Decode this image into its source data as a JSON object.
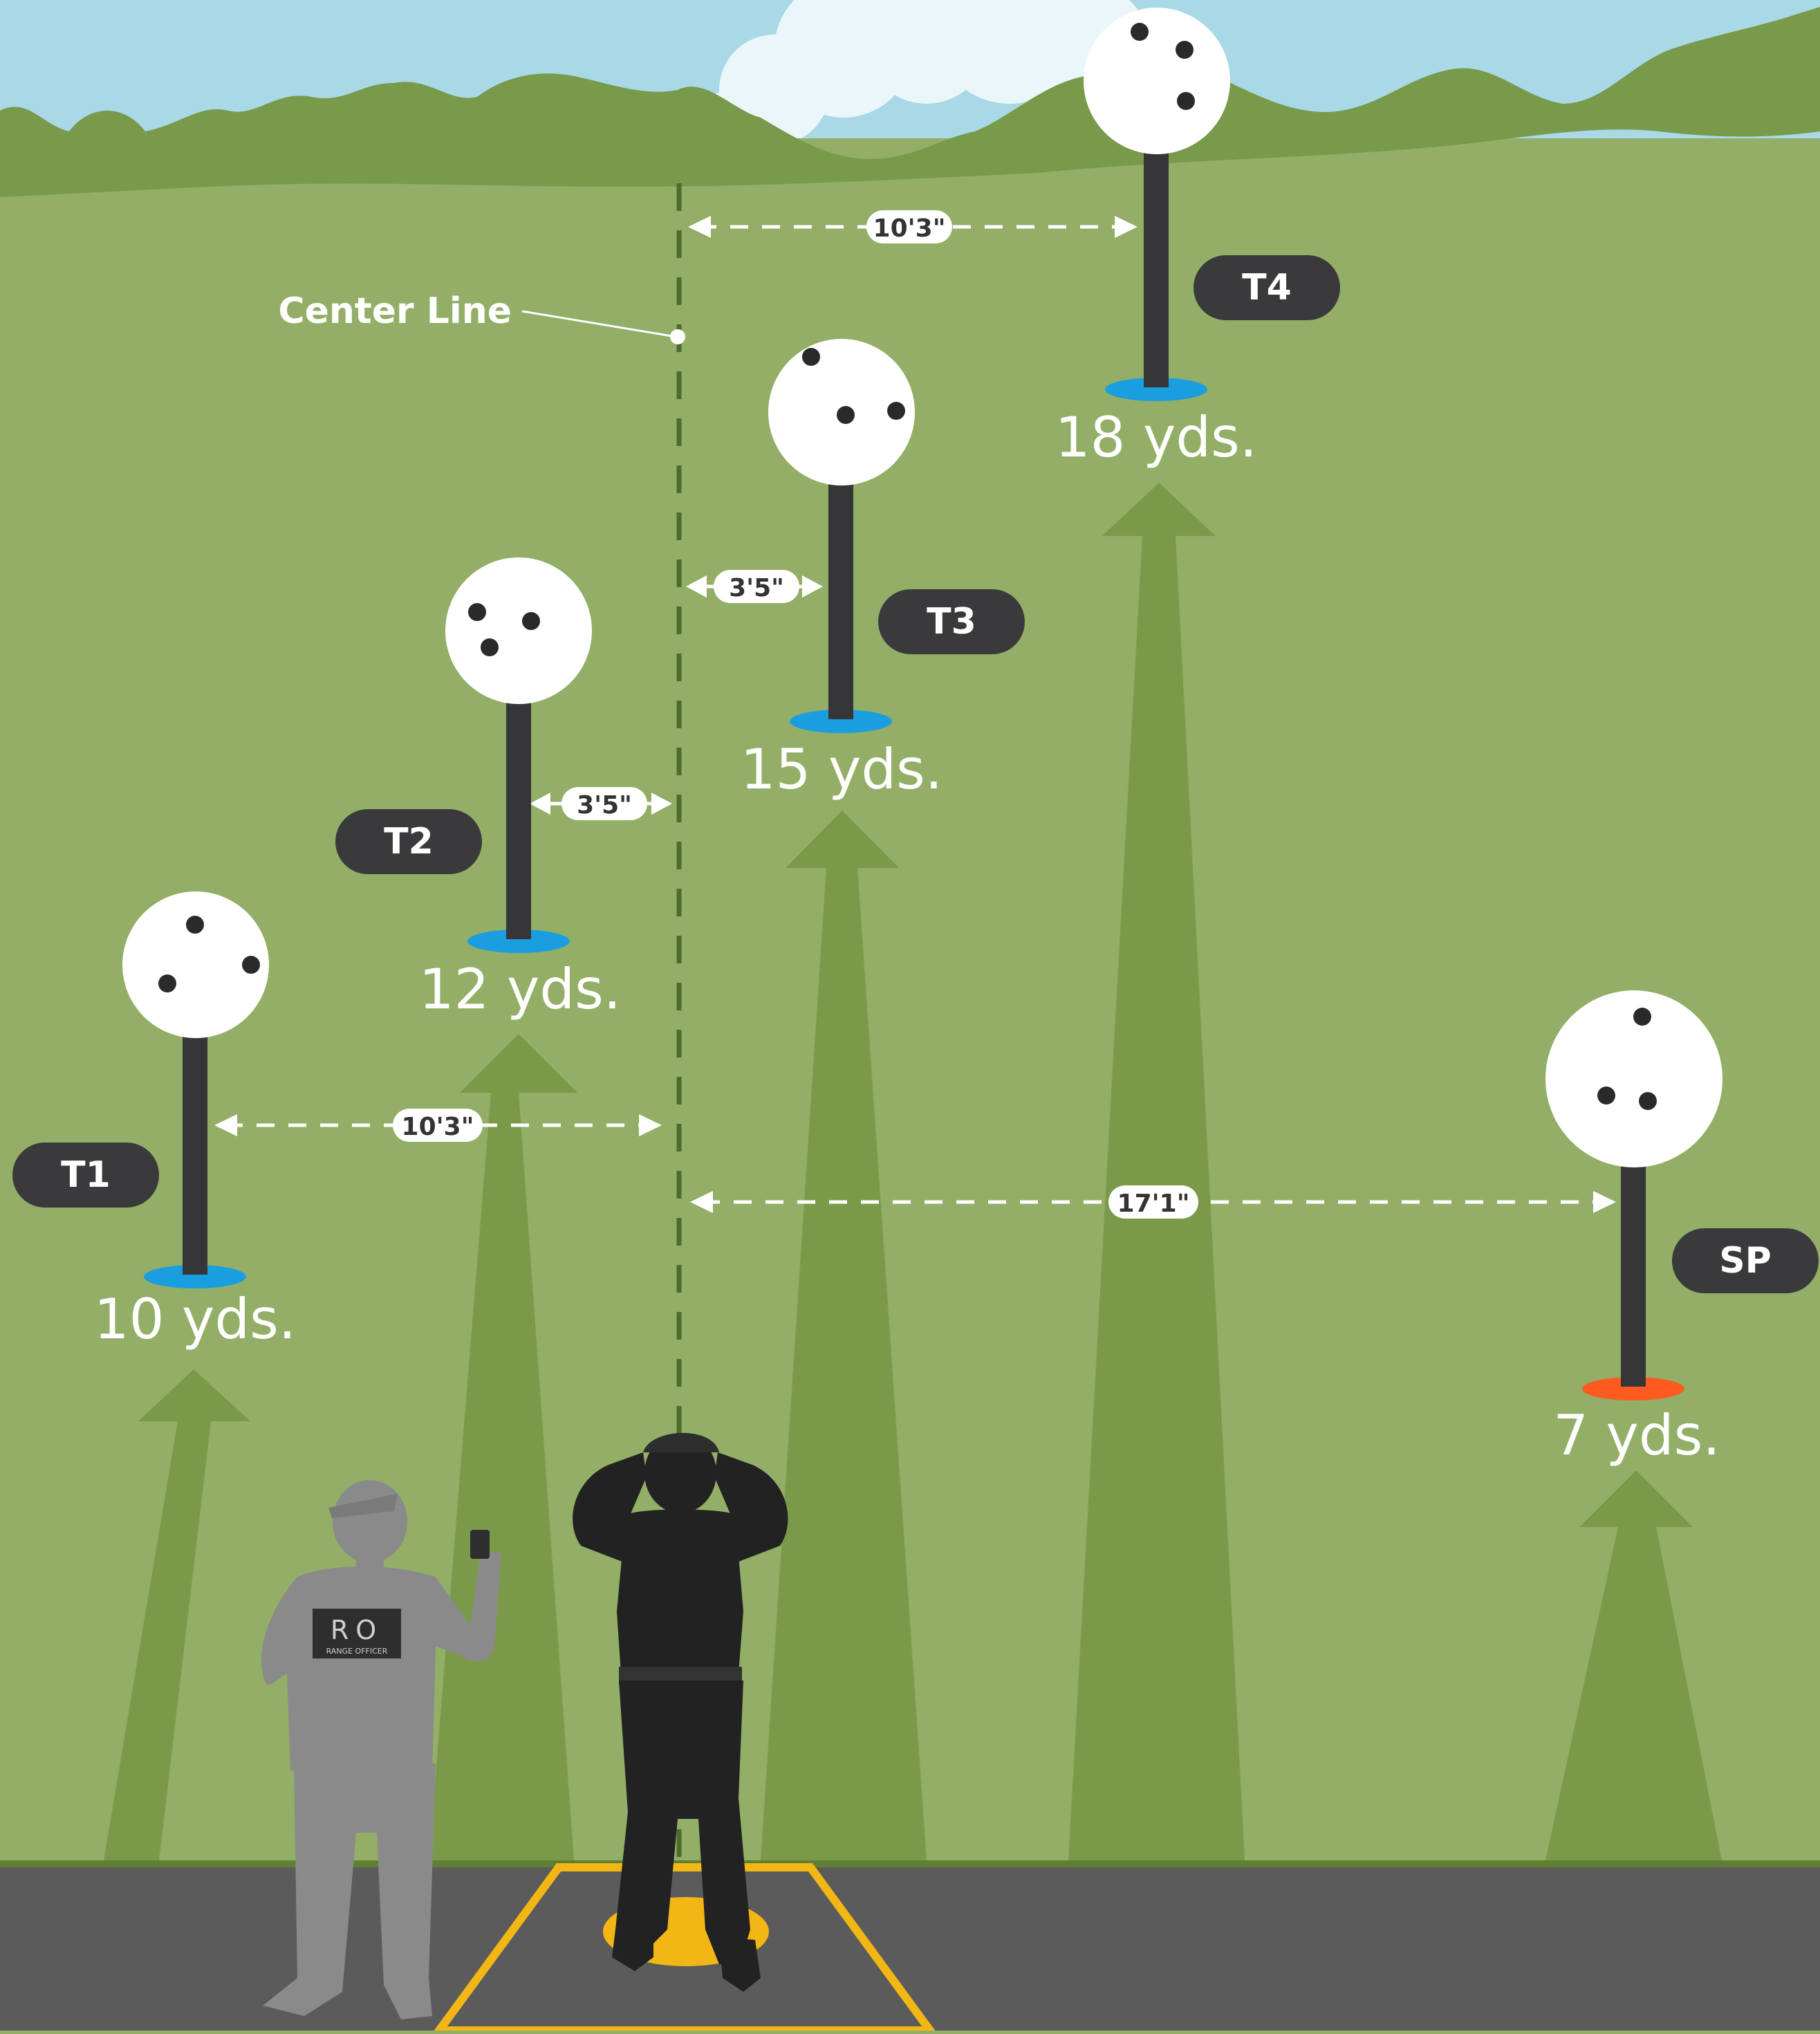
{
  "center_line": {
    "label": "Center Line"
  },
  "targets": [
    {
      "id": "T1",
      "distance": "10 yds.",
      "base_color": "#1a9ee0"
    },
    {
      "id": "T2",
      "distance": "12 yds.",
      "base_color": "#1a9ee0"
    },
    {
      "id": "T3",
      "distance": "15 yds.",
      "base_color": "#1a9ee0"
    },
    {
      "id": "T4",
      "distance": "18 yds.",
      "base_color": "#1a9ee0"
    },
    {
      "id": "SP",
      "distance": "7 yds.",
      "base_color": "#ff5a1f"
    }
  ],
  "measurements": {
    "t4_offset": "10'3\"",
    "t3_offset": "3'5\"",
    "t2_offset": "3'5\"",
    "t1_offset": "10'3\"",
    "sp_offset": "17'1\""
  },
  "range_officer": {
    "patch_big": "RO",
    "patch_small": "RANGE OFFICER"
  },
  "colors": {
    "sky": "#a9d8e6",
    "field": "#93ae66",
    "tree_line": "#79994b",
    "arrow": "#7a9a4a",
    "road": "#5b5b5b",
    "shooting_box": "#f2b714",
    "badge": "#3a3a3c",
    "shooter": "#222222",
    "officer": "#8a8a8a"
  }
}
